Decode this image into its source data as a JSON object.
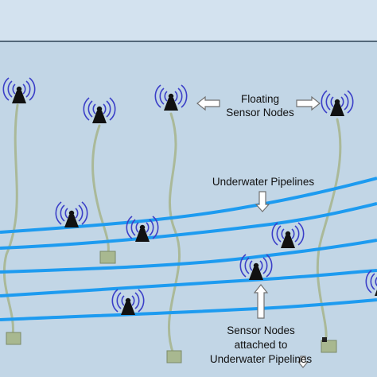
{
  "labels": {
    "floating_line1": "Floating",
    "floating_line2": "Sensor Nodes",
    "pipelines": "Underwater Pipelines",
    "attached_line1": "Sensor Nodes",
    "attached_line2": "attached to",
    "attached_line3": "Underwater Pipelines"
  },
  "colors": {
    "sky": "#d3e2ef",
    "water": "#c2d6e6",
    "surface_line": "#2c4255",
    "pipeline": "#1d9bf0",
    "tether": "#aab999",
    "anchor": "#a8b890",
    "antenna": "#111111",
    "signal_wave": "#3b3fc8",
    "arrow_fill": "#ffffff",
    "arrow_stroke": "#707070"
  },
  "icons": {
    "floating_node": "antenna-icon",
    "attached_node": "antenna-icon",
    "anchor": "anchor-block-icon"
  }
}
